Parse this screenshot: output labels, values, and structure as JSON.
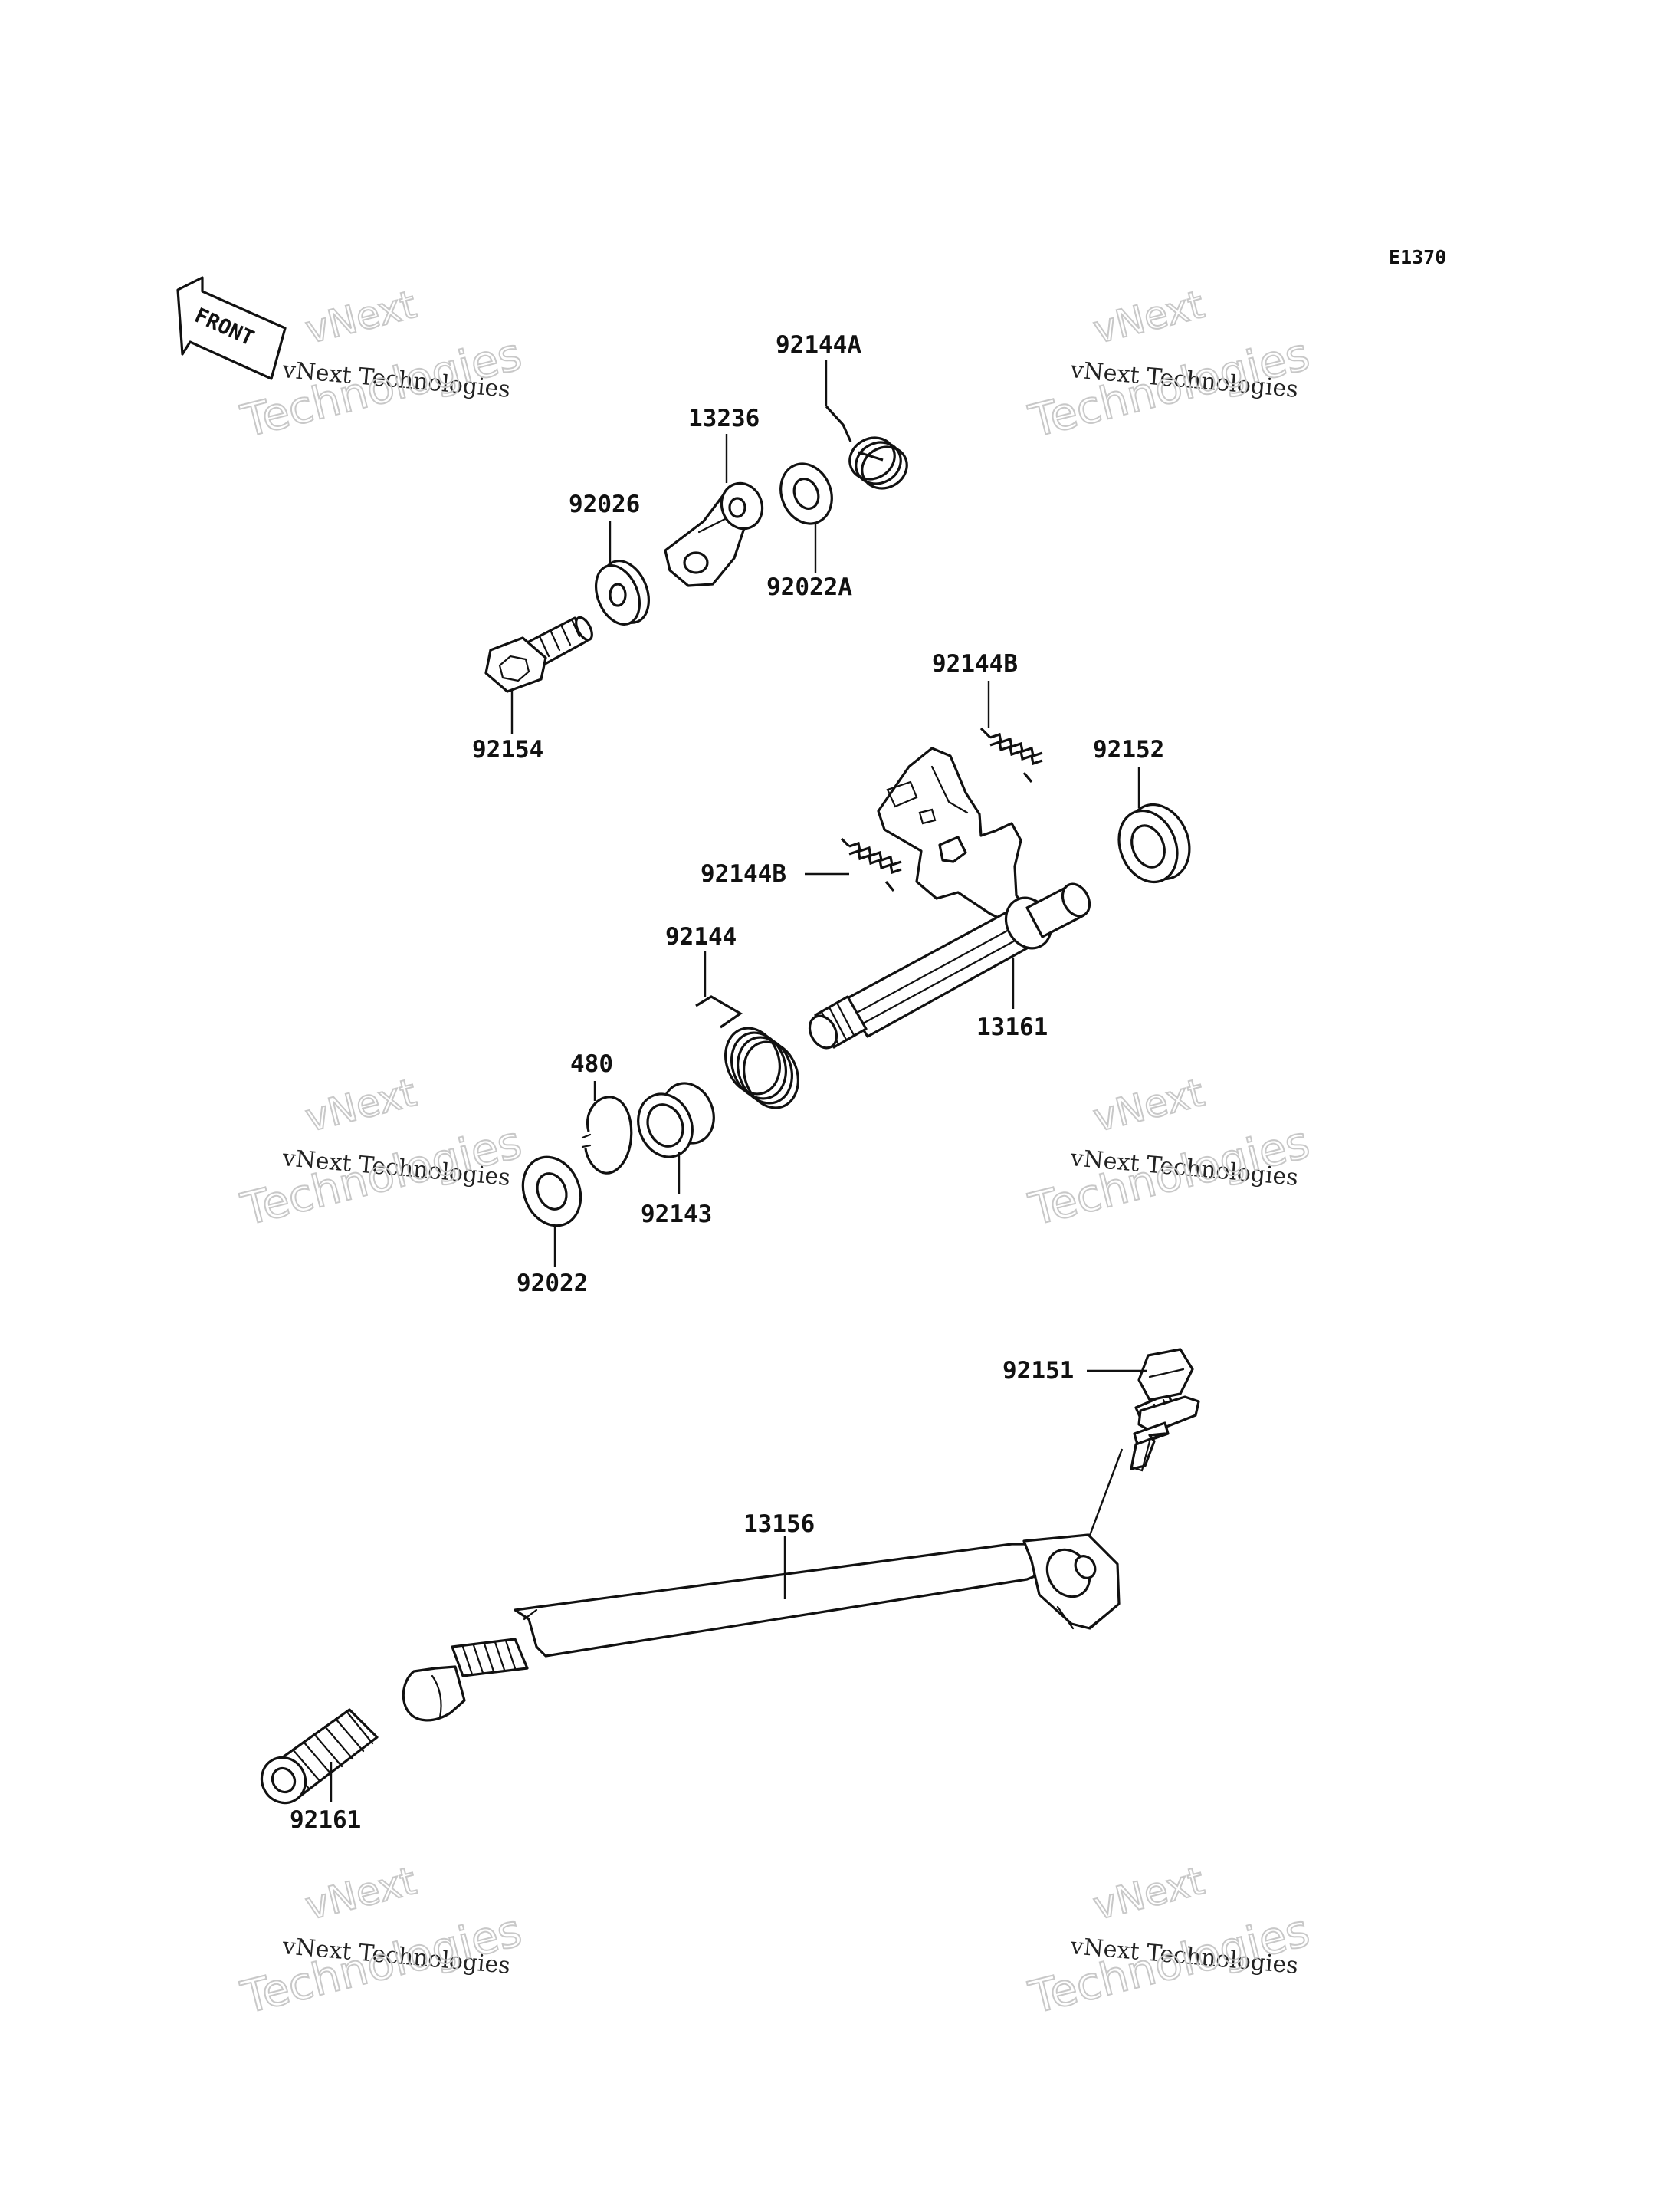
{
  "diagram_code": "E1370",
  "front_label": "FRONT",
  "watermark": {
    "line1": "vNext",
    "line2": "vNext Technologies",
    "line3": "Technologies"
  },
  "parts": [
    {
      "id": "p92144A",
      "label": "92144A"
    },
    {
      "id": "p13236",
      "label": "13236"
    },
    {
      "id": "p92026",
      "label": "92026"
    },
    {
      "id": "p92022A",
      "label": "92022A"
    },
    {
      "id": "p92154",
      "label": "92154"
    },
    {
      "id": "p92144B_top",
      "label": "92144B"
    },
    {
      "id": "p92152",
      "label": "92152"
    },
    {
      "id": "p92144B_mid",
      "label": "92144B"
    },
    {
      "id": "p92144",
      "label": "92144"
    },
    {
      "id": "p13161",
      "label": "13161"
    },
    {
      "id": "p480",
      "label": "480"
    },
    {
      "id": "p92143",
      "label": "92143"
    },
    {
      "id": "p92022",
      "label": "92022"
    },
    {
      "id": "p92151",
      "label": "92151"
    },
    {
      "id": "p13156",
      "label": "13156"
    },
    {
      "id": "p92161",
      "label": "92161"
    }
  ]
}
